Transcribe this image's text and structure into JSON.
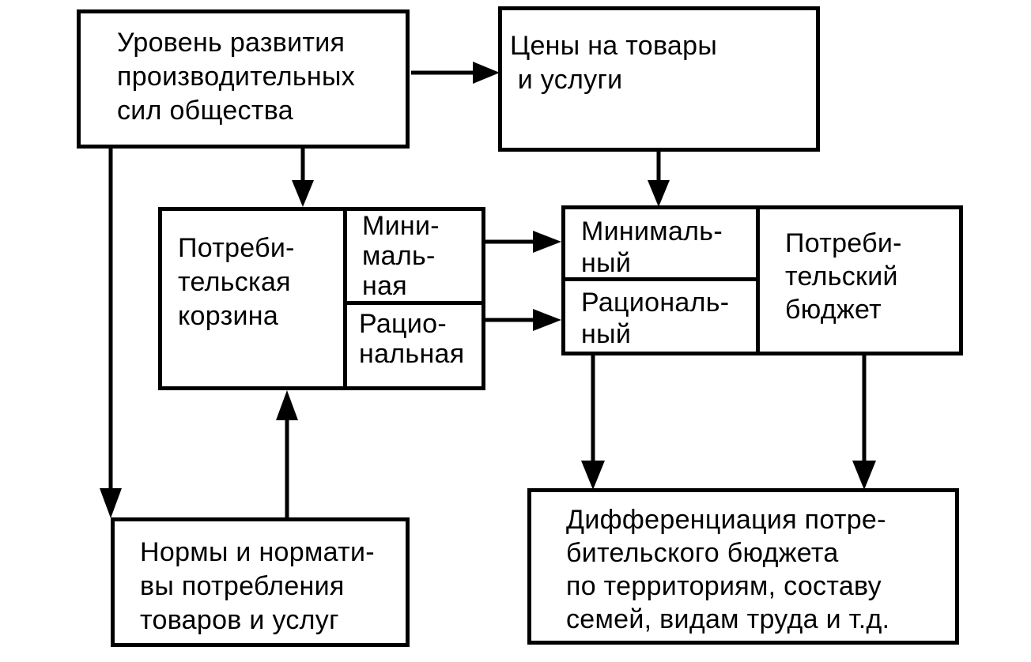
{
  "boxes": {
    "productive_forces": "Уровень развития\nпроизводительных\nсил общества",
    "prices": "Цены на товары\n и услуги",
    "consumer_basket": {
      "label": "Потреби-\nтельская\nкорзина",
      "minimal": "Мини-\nмаль-\nная",
      "rational": "Рацио-\nнальная"
    },
    "consumer_budget": {
      "minimal": "Минималь-\nный",
      "rational": "Рациональ-\nный",
      "label": "Потреби-\nтельский\nбюджет"
    },
    "norms": "Нормы и нормати-\nвы потребления\nтоваров и услуг",
    "differentiation": "Дифференциация потре-\nбительского бюджета\nпо территориям, составу\nсемей, видам труда и т.д."
  }
}
